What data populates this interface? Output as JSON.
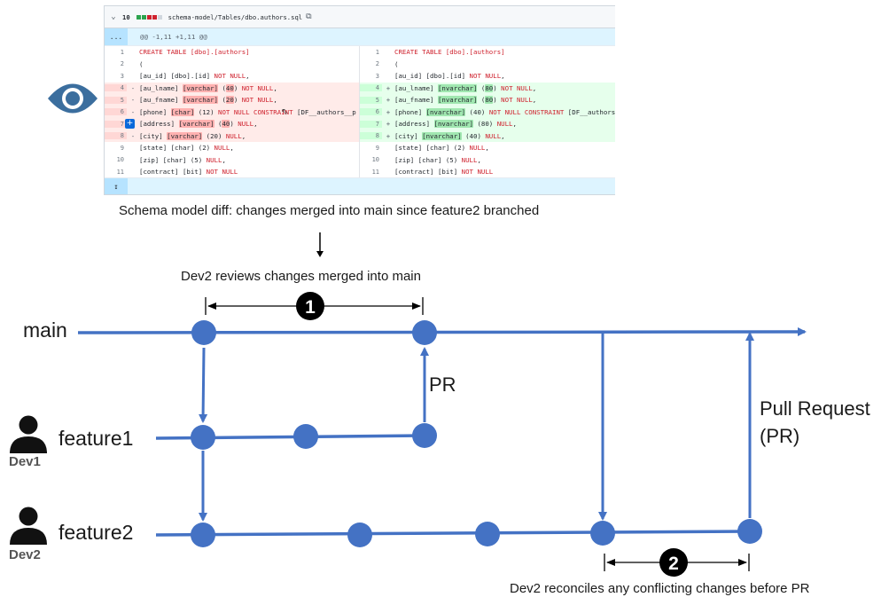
{
  "diff": {
    "collapse_icon": "chevron-down-icon",
    "changed_count": "10",
    "file_path": "schema-model/Tables/dbo.authors.sql",
    "copy_icon": "copy-icon",
    "hunk_expander": "...",
    "hunk_header": "@@ -1,11 +1,11 @@",
    "footer_expander": "expand-down-icon",
    "colors": {
      "deleted_bg": "#ffebe9",
      "added_bg": "#e6ffec",
      "keyword": "#cf222e"
    },
    "left_lines": [
      {
        "num": "1",
        "type": "ctx",
        "mark": "",
        "segments": [
          {
            "t": "CREATE TABLE [dbo].[authors]",
            "c": "kw-create"
          }
        ]
      },
      {
        "num": "2",
        "type": "ctx",
        "mark": "",
        "segments": [
          {
            "t": "(",
            "c": ""
          }
        ]
      },
      {
        "num": "3",
        "type": "ctx",
        "mark": "",
        "segments": [
          {
            "t": "[au_id] [dbo].[id] ",
            "c": ""
          },
          {
            "t": "NOT NULL",
            "c": "kw"
          },
          {
            "t": ",",
            "c": ""
          }
        ]
      },
      {
        "num": "4",
        "type": "del",
        "mark": "-",
        "segments": [
          {
            "t": "[au_lname] ",
            "c": ""
          },
          {
            "t": "[varchar]",
            "c": "tdel"
          },
          {
            "t": " (",
            "c": ""
          },
          {
            "t": "40",
            "c": "tdel"
          },
          {
            "t": ") ",
            "c": ""
          },
          {
            "t": "NOT NULL",
            "c": "kw"
          },
          {
            "t": ",",
            "c": ""
          }
        ]
      },
      {
        "num": "5",
        "type": "del",
        "mark": "-",
        "segments": [
          {
            "t": "[au_fname] ",
            "c": ""
          },
          {
            "t": "[varchar]",
            "c": "tdel"
          },
          {
            "t": " (",
            "c": ""
          },
          {
            "t": "20",
            "c": "tdel"
          },
          {
            "t": ") ",
            "c": ""
          },
          {
            "t": "NOT NULL",
            "c": "kw"
          },
          {
            "t": ",",
            "c": ""
          }
        ]
      },
      {
        "num": "6",
        "type": "del",
        "mark": "-",
        "segments": [
          {
            "t": "[phone] ",
            "c": ""
          },
          {
            "t": "[char]",
            "c": "tdel"
          },
          {
            "t": " (12) ",
            "c": ""
          },
          {
            "t": "NOT NULL CONSTRAINT",
            "c": "kw"
          },
          {
            "t": " [DF__authors__p",
            "c": ""
          }
        ]
      },
      {
        "num": "7",
        "type": "del",
        "mark": "",
        "segments": [
          {
            "t": "[address] ",
            "c": ""
          },
          {
            "t": "[varchar]",
            "c": "tdel"
          },
          {
            "t": " (",
            "c": ""
          },
          {
            "t": "40",
            "c": "tdel"
          },
          {
            "t": ") ",
            "c": ""
          },
          {
            "t": "NULL",
            "c": "kw"
          },
          {
            "t": ",",
            "c": ""
          }
        ]
      },
      {
        "num": "8",
        "type": "del",
        "mark": "-",
        "segments": [
          {
            "t": "[city] ",
            "c": ""
          },
          {
            "t": "[varchar]",
            "c": "tdel"
          },
          {
            "t": " (20) ",
            "c": ""
          },
          {
            "t": "NULL",
            "c": "kw"
          },
          {
            "t": ",",
            "c": ""
          }
        ]
      },
      {
        "num": "9",
        "type": "ctx",
        "mark": "",
        "segments": [
          {
            "t": "[state] [char] (2) ",
            "c": ""
          },
          {
            "t": "NULL",
            "c": "kw"
          },
          {
            "t": ",",
            "c": ""
          }
        ]
      },
      {
        "num": "10",
        "type": "ctx",
        "mark": "",
        "segments": [
          {
            "t": "[zip] [char] (5) ",
            "c": ""
          },
          {
            "t": "NULL",
            "c": "kw"
          },
          {
            "t": ",",
            "c": ""
          }
        ]
      },
      {
        "num": "11",
        "type": "ctx",
        "mark": "",
        "segments": [
          {
            "t": "[contract] [bit] ",
            "c": ""
          },
          {
            "t": "NOT NULL",
            "c": "kw"
          }
        ]
      }
    ],
    "right_lines": [
      {
        "num": "1",
        "type": "ctx",
        "mark": "",
        "segments": [
          {
            "t": "CREATE TABLE [dbo].[authors]",
            "c": "kw-create"
          }
        ]
      },
      {
        "num": "2",
        "type": "ctx",
        "mark": "",
        "segments": [
          {
            "t": "(",
            "c": ""
          }
        ]
      },
      {
        "num": "3",
        "type": "ctx",
        "mark": "",
        "segments": [
          {
            "t": "[au_id] [dbo].[id] ",
            "c": ""
          },
          {
            "t": "NOT NULL",
            "c": "kw"
          },
          {
            "t": ",",
            "c": ""
          }
        ]
      },
      {
        "num": "4",
        "type": "add",
        "mark": "+",
        "segments": [
          {
            "t": "[au_lname] ",
            "c": ""
          },
          {
            "t": "[nvarchar]",
            "c": "tadd"
          },
          {
            "t": " (",
            "c": ""
          },
          {
            "t": "80",
            "c": "tadd"
          },
          {
            "t": ") ",
            "c": ""
          },
          {
            "t": "NOT NULL",
            "c": "kw"
          },
          {
            "t": ",",
            "c": ""
          }
        ]
      },
      {
        "num": "5",
        "type": "add",
        "mark": "+",
        "segments": [
          {
            "t": "[au_fname] ",
            "c": ""
          },
          {
            "t": "[nvarchar]",
            "c": "tadd"
          },
          {
            "t": " (",
            "c": ""
          },
          {
            "t": "80",
            "c": "tadd"
          },
          {
            "t": ") ",
            "c": ""
          },
          {
            "t": "NOT NULL",
            "c": "kw"
          },
          {
            "t": ",",
            "c": ""
          }
        ]
      },
      {
        "num": "6",
        "type": "add",
        "mark": "+",
        "segments": [
          {
            "t": "[phone] ",
            "c": ""
          },
          {
            "t": "[nvarchar]",
            "c": "tadd"
          },
          {
            "t": " (40) ",
            "c": ""
          },
          {
            "t": "NOT NULL CONSTRAINT",
            "c": "kw"
          },
          {
            "t": " [DF__authors_",
            "c": ""
          }
        ]
      },
      {
        "num": "7",
        "type": "add",
        "mark": "+",
        "segments": [
          {
            "t": "[address] ",
            "c": ""
          },
          {
            "t": "[nvarchar]",
            "c": "tadd"
          },
          {
            "t": " (80) ",
            "c": ""
          },
          {
            "t": "NULL",
            "c": "kw"
          },
          {
            "t": ",",
            "c": ""
          }
        ]
      },
      {
        "num": "8",
        "type": "add",
        "mark": "+",
        "segments": [
          {
            "t": "[city] ",
            "c": ""
          },
          {
            "t": "[nvarchar]",
            "c": "tadd"
          },
          {
            "t": " (40) ",
            "c": ""
          },
          {
            "t": "NULL",
            "c": "kw"
          },
          {
            "t": ",",
            "c": ""
          }
        ]
      },
      {
        "num": "9",
        "type": "ctx",
        "mark": "",
        "segments": [
          {
            "t": "[state] [char] (2) ",
            "c": ""
          },
          {
            "t": "NULL",
            "c": "kw"
          },
          {
            "t": ",",
            "c": ""
          }
        ]
      },
      {
        "num": "10",
        "type": "ctx",
        "mark": "",
        "segments": [
          {
            "t": "[zip] [char] (5) ",
            "c": ""
          },
          {
            "t": "NULL",
            "c": "kw"
          },
          {
            "t": ",",
            "c": ""
          }
        ]
      },
      {
        "num": "11",
        "type": "ctx",
        "mark": "",
        "segments": [
          {
            "t": "[contract] [bit] ",
            "c": ""
          },
          {
            "t": "NOT NULL",
            "c": "kw"
          }
        ]
      }
    ]
  },
  "captions": {
    "top": "Schema model diff: changes merged into main since feature2 branched",
    "review": "Dev2 reviews changes merged into main",
    "reconcile": "Dev2 reconciles any conflicting changes before PR"
  },
  "branches": {
    "main": "main",
    "feature1": "feature1",
    "feature2": "feature2"
  },
  "users": {
    "dev1": "Dev1",
    "dev2": "Dev2"
  },
  "pr": {
    "short": "PR",
    "long_line1": "Pull Request",
    "long_line2": "(PR)"
  },
  "steps": {
    "one": "1",
    "two": "2"
  },
  "icons": {
    "review": "eye-icon",
    "user": "person-icon"
  },
  "colors": {
    "branch": "#4472c4",
    "eye": "#3b6e9e",
    "person": "#111111",
    "badge": "#000000"
  }
}
